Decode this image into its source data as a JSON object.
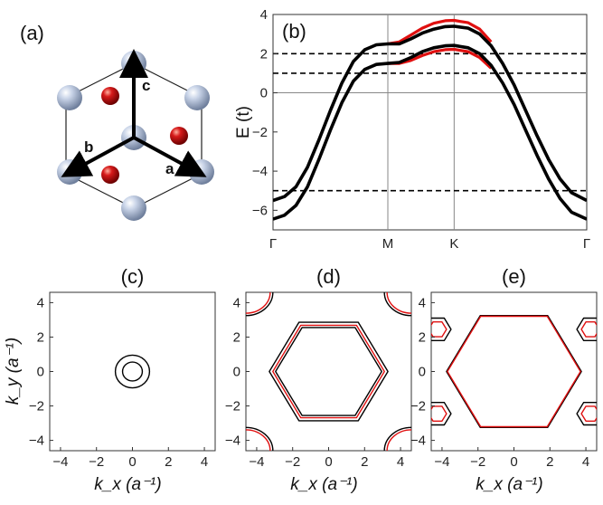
{
  "figure": {
    "panel_labels": [
      "(a)",
      "(b)",
      "(c)",
      "(d)",
      "(e)"
    ],
    "lattice_vector_labels": [
      "a",
      "b",
      "c"
    ]
  },
  "colors": {
    "band": "#000000",
    "band_split": "#e01010",
    "contour_black": "#000000",
    "contour_red": "#e01010",
    "atom_blue": "#aebcd6",
    "atom_red": "#c01010"
  },
  "chart_data": [
    {
      "id": "b",
      "type": "line",
      "title": "(b)",
      "ylabel": "E (t)",
      "ylim": [
        -7,
        4
      ],
      "yticks": [
        "4",
        "2",
        "0",
        "−2",
        "−4",
        "−6"
      ],
      "ytick_values": [
        4,
        2,
        0,
        -2,
        -4,
        -6
      ],
      "xticks": [
        "Γ",
        "M",
        "K",
        "Γ"
      ],
      "xtick_positions": [
        0,
        1.0,
        1.5774,
        2.7321
      ],
      "x": [
        0,
        0.1,
        0.2,
        0.3,
        0.4,
        0.5,
        0.6,
        0.7,
        0.8,
        0.9,
        1.0,
        1.1,
        1.2,
        1.3,
        1.4,
        1.5,
        1.5774,
        1.7,
        1.8,
        1.9,
        2.0,
        2.1,
        2.2,
        2.3,
        2.4,
        2.5,
        2.6,
        2.7321
      ],
      "series": [
        {
          "color": "black",
          "values": [
            -5.5,
            -5.3,
            -4.8,
            -3.8,
            -2.4,
            -0.9,
            0.5,
            1.6,
            2.2,
            2.45,
            2.5,
            2.5,
            2.75,
            3.05,
            3.25,
            3.38,
            3.4,
            3.3,
            3.0,
            2.4,
            1.5,
            0.4,
            -0.9,
            -2.2,
            -3.4,
            -4.4,
            -5.1,
            -5.5
          ]
        },
        {
          "color": "black",
          "values": [
            -6.45,
            -6.25,
            -5.75,
            -4.8,
            -3.4,
            -1.9,
            -0.5,
            0.6,
            1.2,
            1.45,
            1.5,
            1.55,
            1.8,
            2.1,
            2.3,
            2.4,
            2.42,
            2.3,
            2.0,
            1.4,
            0.5,
            -0.6,
            -1.9,
            -3.2,
            -4.4,
            -5.4,
            -6.1,
            -6.45
          ]
        },
        {
          "color": "red",
          "values": [
            null,
            null,
            null,
            null,
            null,
            null,
            null,
            null,
            null,
            null,
            2.5,
            2.6,
            2.95,
            3.3,
            3.55,
            3.68,
            3.7,
            3.58,
            3.25,
            2.6,
            null,
            null,
            null,
            null,
            null,
            null,
            null,
            null
          ]
        },
        {
          "color": "red",
          "values": [
            null,
            null,
            null,
            null,
            null,
            null,
            null,
            null,
            null,
            null,
            1.5,
            1.5,
            1.65,
            1.9,
            2.1,
            2.2,
            2.22,
            2.1,
            1.8,
            1.25,
            null,
            null,
            null,
            null,
            null,
            null,
            null,
            null
          ]
        }
      ],
      "reference_lines_dashed": [
        2,
        1,
        -5
      ],
      "reference_lines_solid_y": [
        0
      ],
      "reference_lines_solid_x": [
        1.0,
        1.5774
      ]
    },
    {
      "id": "c",
      "type": "contour",
      "title": "(c)",
      "xlabel": "k_x (a⁻¹)",
      "ylabel": "k_y (a⁻¹)",
      "xlim": [
        -4.6,
        4.6
      ],
      "ylim": [
        -4.6,
        4.6
      ],
      "ticks": [
        "−4",
        "−2",
        "0",
        "2",
        "4"
      ],
      "tick_values": [
        -4,
        -2,
        0,
        2,
        4
      ],
      "circles": [
        {
          "r": 0.95,
          "color": "black"
        },
        {
          "r": 0.55,
          "color": "black"
        }
      ]
    },
    {
      "id": "d",
      "type": "contour",
      "title": "(d)",
      "xlabel": "k_x (a⁻¹)",
      "xlim": [
        -4.6,
        4.6
      ],
      "ylim": [
        -4.6,
        4.6
      ],
      "ticks": [
        "−4",
        "−2",
        "0",
        "2",
        "4"
      ],
      "tick_values": [
        -4,
        -2,
        0,
        2,
        4
      ],
      "hexagons": [
        {
          "r": 3.3,
          "color": "black"
        },
        {
          "r": 3.1,
          "color": "red"
        },
        {
          "r": 2.95,
          "color": "black"
        }
      ],
      "corner_arcs": [
        {
          "r": 1.5,
          "color": "black"
        },
        {
          "r": 1.35,
          "color": "red"
        }
      ]
    },
    {
      "id": "e",
      "type": "contour",
      "title": "(e)",
      "xlabel": "k_x (a⁻¹)",
      "xlim": [
        -4.6,
        4.6
      ],
      "ylim": [
        -4.6,
        4.6
      ],
      "ticks": [
        "−4",
        "−2",
        "0",
        "2",
        "4"
      ],
      "tick_values": [
        -4,
        -2,
        0,
        2,
        4
      ],
      "hexagons": [
        {
          "r": 3.75,
          "color": "black"
        },
        {
          "r": 3.7,
          "color": "red"
        }
      ],
      "pockets": [
        {
          "size": 0.75,
          "color": "black"
        },
        {
          "size": 0.5,
          "color": "red"
        }
      ],
      "pocket_centers": [
        [
          -4.25,
          2.45
        ],
        [
          4.25,
          2.45
        ],
        [
          -4.25,
          -2.45
        ],
        [
          4.25,
          -2.45
        ]
      ]
    }
  ]
}
